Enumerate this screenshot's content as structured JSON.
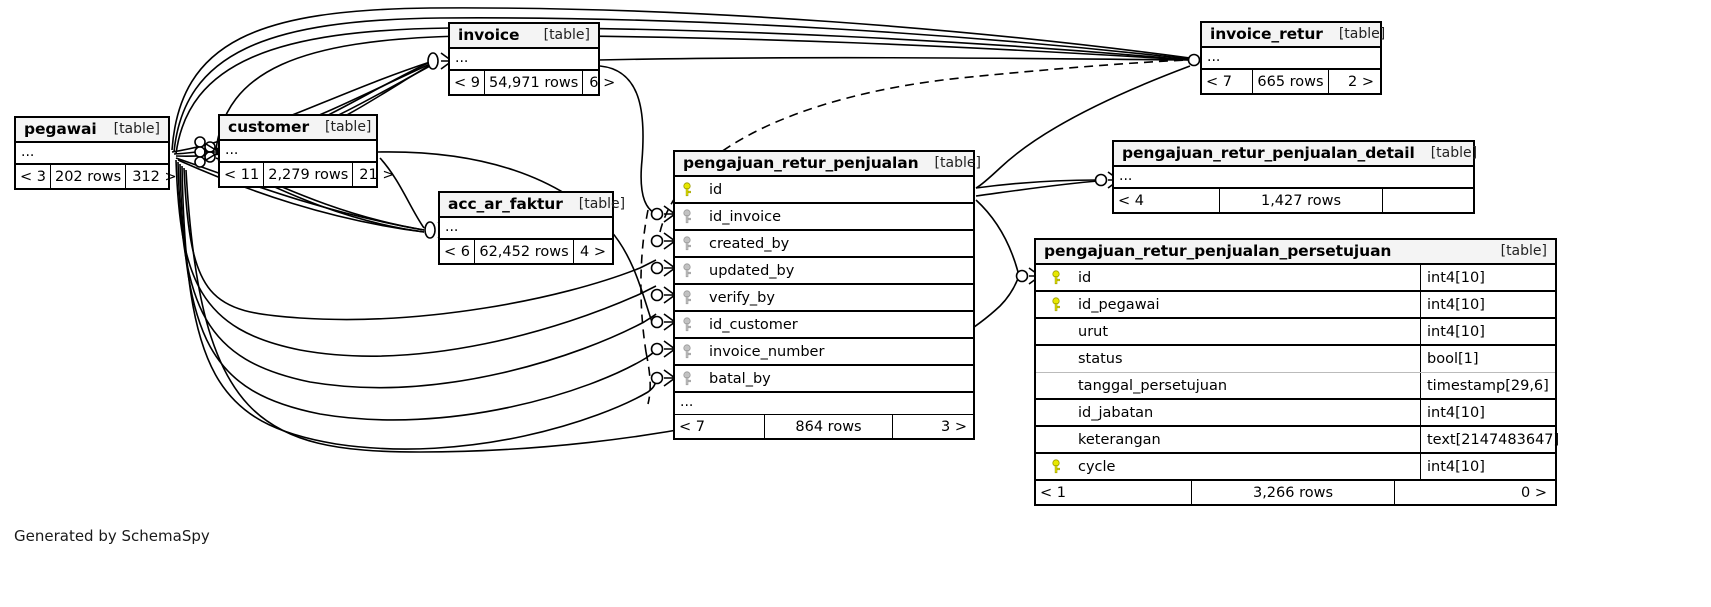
{
  "diagram": {
    "footer_text": "Generated by SchemaSpy",
    "table_tag": "[table]",
    "ellipsis": "...",
    "key_icon_pk": "primary-key-icon",
    "key_icon_fk": "foreign-key-icon",
    "colors": {
      "pk_key": "#e8e800",
      "fk_key": "#b8b8b8",
      "node_border": "#000000",
      "title_bg": "#f4f4f4",
      "background": "#ffffff",
      "edge": "#000000"
    }
  },
  "tables": {
    "pegawai": {
      "name": "pegawai",
      "type": "[table]",
      "ellipsis": "...",
      "footer": {
        "left": "< 3",
        "center": "202 rows",
        "right": "312 >"
      }
    },
    "customer": {
      "name": "customer",
      "type": "[table]",
      "ellipsis": "...",
      "footer": {
        "left": "< 11",
        "center": "2,279 rows",
        "right": "21 >"
      }
    },
    "invoice": {
      "name": "invoice",
      "type": "[table]",
      "ellipsis": "...",
      "footer": {
        "left": "< 9",
        "center": "54,971 rows",
        "right": "6 >"
      }
    },
    "acc_ar_faktur": {
      "name": "acc_ar_faktur",
      "type": "[table]",
      "ellipsis": "...",
      "footer": {
        "left": "< 6",
        "center": "62,452 rows",
        "right": "4 >"
      }
    },
    "invoice_retur": {
      "name": "invoice_retur",
      "type": "[table]",
      "ellipsis": "...",
      "footer": {
        "left": "< 7",
        "center": "665 rows",
        "right": "2 >"
      }
    },
    "pengajuan_retur_penjualan_detail": {
      "name": "pengajuan_retur_penjualan_detail",
      "type": "[table]",
      "ellipsis": "...",
      "footer": {
        "left": "< 4",
        "center": "1,427 rows",
        "right": ""
      }
    },
    "pengajuan_retur_penjualan": {
      "name": "pengajuan_retur_penjualan",
      "type": "[table]",
      "ellipsis": "...",
      "columns": [
        {
          "name": "id",
          "key": "pk"
        },
        {
          "name": "id_invoice",
          "key": "fk"
        },
        {
          "name": "created_by",
          "key": "fk"
        },
        {
          "name": "updated_by",
          "key": "fk"
        },
        {
          "name": "verify_by",
          "key": "fk"
        },
        {
          "name": "id_customer",
          "key": "fk"
        },
        {
          "name": "invoice_number",
          "key": "fk"
        },
        {
          "name": "batal_by",
          "key": "fk"
        }
      ],
      "footer": {
        "left": "< 7",
        "center": "864 rows",
        "right": "3 >"
      }
    },
    "pengajuan_retur_penjualan_persetujuan": {
      "name": "pengajuan_retur_penjualan_persetujuan",
      "type": "[table]",
      "columns": [
        {
          "name": "id",
          "key": "pk",
          "type": "int4[10]"
        },
        {
          "name": "id_pegawai",
          "key": "pk",
          "type": "int4[10]"
        },
        {
          "name": "urut",
          "key": "none",
          "type": "int4[10]"
        },
        {
          "name": "status",
          "key": "none",
          "type": "bool[1]"
        },
        {
          "name": "tanggal_persetujuan",
          "key": "none",
          "type": "timestamp[29,6]"
        },
        {
          "name": "id_jabatan",
          "key": "none",
          "type": "int4[10]"
        },
        {
          "name": "keterangan",
          "key": "none",
          "type": "text[2147483647]"
        },
        {
          "name": "cycle",
          "key": "pk",
          "type": "int4[10]"
        }
      ],
      "footer": {
        "left": "< 1",
        "center": "3,266 rows",
        "right": "0 >"
      }
    }
  }
}
